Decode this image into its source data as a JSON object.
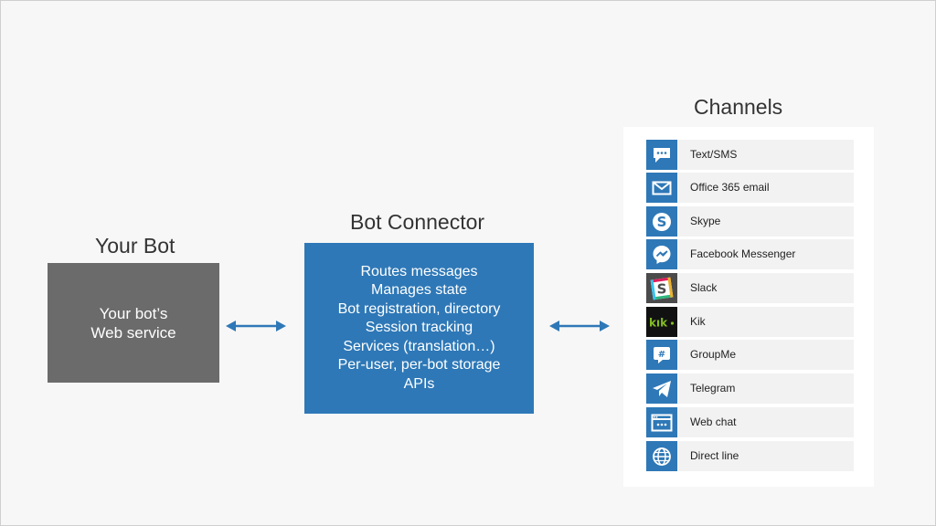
{
  "your_bot": {
    "title": "Your Bot",
    "lines": [
      "Your bot’s",
      "Web service"
    ]
  },
  "bot_connector": {
    "title": "Bot Connector",
    "lines": [
      "Routes messages",
      "Manages state",
      "Bot registration, directory",
      "Session tracking",
      "Services (translation…)",
      "Per-user, per-bot storage",
      "APIs"
    ]
  },
  "channels": {
    "title": "Channels",
    "items": [
      {
        "label": "Text/SMS",
        "icon": "sms-chat-icon"
      },
      {
        "label": "Office 365 email",
        "icon": "email-envelope-icon"
      },
      {
        "label": "Skype",
        "icon": "skype-icon"
      },
      {
        "label": "Facebook Messenger",
        "icon": "facebook-messenger-icon"
      },
      {
        "label": "Slack",
        "icon": "slack-icon"
      },
      {
        "label": "Kik",
        "icon": "kik-icon"
      },
      {
        "label": "GroupMe",
        "icon": "groupme-icon"
      },
      {
        "label": "Telegram",
        "icon": "telegram-icon"
      },
      {
        "label": "Web chat",
        "icon": "web-chat-icon"
      },
      {
        "label": "Direct line",
        "icon": "globe-icon"
      }
    ]
  },
  "colors": {
    "bot_box": "#6b6b6b",
    "connector_box": "#2e78b7",
    "icon_bg": "#2e78b7",
    "slack_icon_bg": "#4b4b4b",
    "kik_icon_bg": "#111111",
    "kik_text": "#82bc23",
    "arrow": "#2e78b7"
  }
}
